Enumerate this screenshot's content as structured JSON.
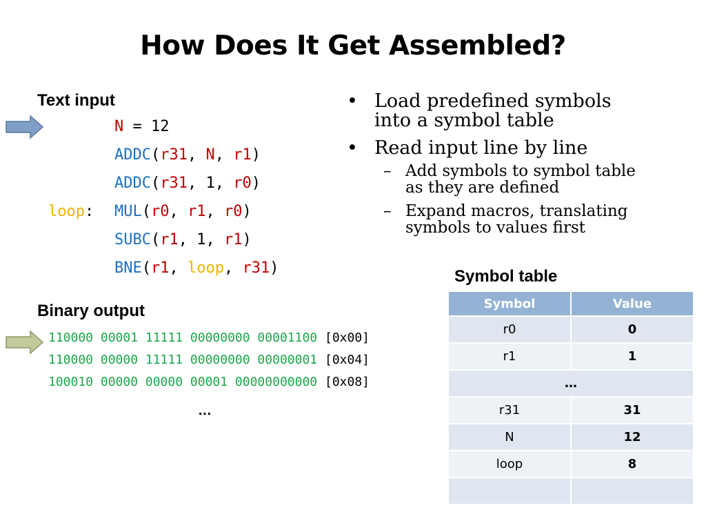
{
  "title": "How Does It Get Assembled?",
  "text_input": {
    "heading": "Text input",
    "lines": [
      {
        "label": "",
        "parts": [
          [
            "reg",
            "N"
          ],
          [
            "blk",
            " = 12"
          ]
        ]
      },
      {
        "label": "",
        "parts": [
          [
            "kw",
            "ADDC"
          ],
          [
            "blk",
            "("
          ],
          [
            "reg",
            "r31"
          ],
          [
            "blk",
            ", "
          ],
          [
            "reg",
            "N"
          ],
          [
            "blk",
            ", "
          ],
          [
            "reg",
            "r1"
          ],
          [
            "blk",
            ")"
          ]
        ]
      },
      {
        "label": "",
        "parts": [
          [
            "kw",
            "ADDC"
          ],
          [
            "blk",
            "("
          ],
          [
            "reg",
            "r31"
          ],
          [
            "blk",
            ", 1, "
          ],
          [
            "reg",
            "r0"
          ],
          [
            "blk",
            ")"
          ]
        ]
      },
      {
        "label": "loop",
        "parts": [
          [
            "kw",
            "MUL"
          ],
          [
            "blk",
            "("
          ],
          [
            "reg",
            "r0"
          ],
          [
            "blk",
            ", "
          ],
          [
            "reg",
            "r1"
          ],
          [
            "blk",
            ", "
          ],
          [
            "reg",
            "r0"
          ],
          [
            "blk",
            ")"
          ]
        ]
      },
      {
        "label": "",
        "parts": [
          [
            "kw",
            "SUBC"
          ],
          [
            "blk",
            "("
          ],
          [
            "reg",
            "r1"
          ],
          [
            "blk",
            ", 1, "
          ],
          [
            "reg",
            "r1"
          ],
          [
            "blk",
            ")"
          ]
        ]
      },
      {
        "label": "",
        "parts": [
          [
            "kw",
            "BNE"
          ],
          [
            "blk",
            "("
          ],
          [
            "reg",
            "r1"
          ],
          [
            "blk",
            ", "
          ],
          [
            "lbl",
            "loop"
          ],
          [
            "blk",
            ", "
          ],
          [
            "reg",
            "r31"
          ],
          [
            "blk",
            ")"
          ]
        ]
      }
    ]
  },
  "binary_output": {
    "heading": "Binary output",
    "lines": [
      {
        "bits": "110000 00001 11111 00000000 00001100",
        "addr": "[0x00]"
      },
      {
        "bits": "110000 00000 11111 00000000 00000001",
        "addr": "[0x04]"
      },
      {
        "bits": "100010 00000 00000 00001 00000000000",
        "addr": "[0x08]"
      }
    ],
    "ellipsis": "…"
  },
  "bullets": [
    {
      "text_l1": "Load predefined symbols",
      "text_l2": "into a symbol table"
    },
    {
      "text_l1": "Read input line by line",
      "text_l2": ""
    }
  ],
  "sub_bullets": [
    {
      "text_l1": "Add symbols to symbol table",
      "text_l2": "as they are defined"
    },
    {
      "text_l1": "Expand macros, translating",
      "text_l2": "symbols to values first"
    }
  ],
  "symbol_table": {
    "heading": "Symbol table",
    "columns": [
      "Symbol",
      "Value"
    ],
    "rows": [
      [
        "r0",
        "0"
      ],
      [
        "r1",
        "1"
      ],
      [
        "…",
        ""
      ],
      [
        "r31",
        "31"
      ],
      [
        "N",
        "12"
      ],
      [
        "loop",
        "8"
      ],
      [
        "",
        ""
      ]
    ]
  },
  "colors": {
    "arrow_input": "#7f9fc6",
    "arrow_output": "#c3c99a",
    "table_header": "#94b3d4"
  }
}
